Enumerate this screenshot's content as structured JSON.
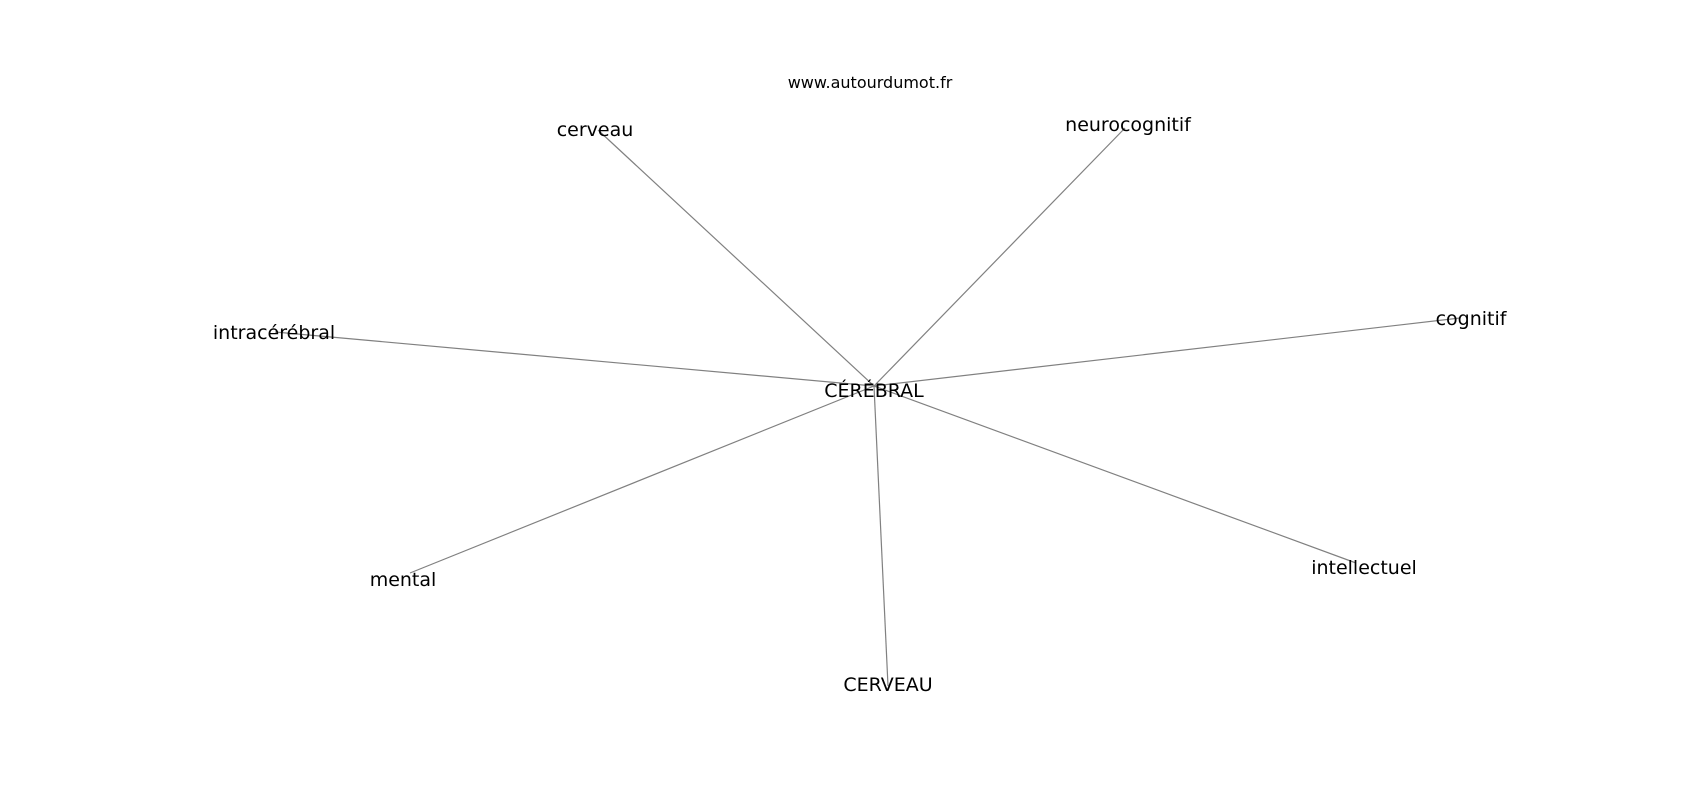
{
  "watermark": "www.autourdumot.fr",
  "graph": {
    "center": {
      "id": "center",
      "label": "CÉRÉBRAL"
    },
    "nodes": [
      {
        "id": "cerveau",
        "label": "cerveau"
      },
      {
        "id": "neurocognitif",
        "label": "neurocognitif"
      },
      {
        "id": "intracerebral",
        "label": "intracérébral"
      },
      {
        "id": "cognitif",
        "label": "cognitif"
      },
      {
        "id": "mental",
        "label": "mental"
      },
      {
        "id": "intellectuel",
        "label": "intellectuel"
      },
      {
        "id": "cerveau-upper",
        "label": "CERVEAU"
      }
    ],
    "edges": [
      {
        "from": "center",
        "to": "cerveau"
      },
      {
        "from": "center",
        "to": "neurocognitif"
      },
      {
        "from": "center",
        "to": "intracerebral"
      },
      {
        "from": "center",
        "to": "cognitif"
      },
      {
        "from": "center",
        "to": "mental"
      },
      {
        "from": "center",
        "to": "intellectuel"
      },
      {
        "from": "center",
        "to": "cerveau-upper"
      }
    ]
  }
}
